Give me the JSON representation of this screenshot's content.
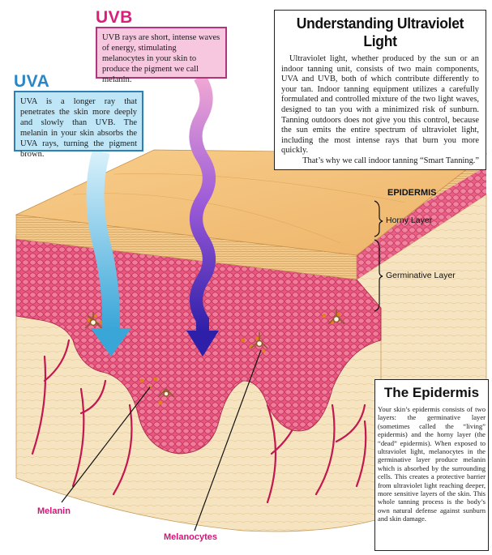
{
  "uvb": {
    "title": "UVB",
    "text": "UVB rays are short, intense waves of energy, stimulating melanocytes in your skin to produce the pigment we call melanin."
  },
  "uva": {
    "title": "UVA",
    "text": "UVA is a longer ray that penetrates the skin more deeply and slowly than UVB. The melanin in your skin absorbs the UVA rays, turning the pigment brown."
  },
  "understanding": {
    "title": "Understanding Ultraviolet Light",
    "body": "Ultraviolet light, whether produced by the sun or an indoor tanning unit, consists of two main components, UVA and UVB, both of which contribute differently to your tan. Indoor tanning equipment utilizes a carefully formulated and controlled mixture of the two light waves, designed to tan you with a minimized risk of sunburn. Tanning outdoors does not give you this control, because the sun emits the entire spectrum of ultraviolet light, including the most intense rays that burn you more quickly.",
    "closing": "That’s why we call indoor tanning “Smart Tanning.”"
  },
  "labels": {
    "epidermis": "EPIDERMIS",
    "horny_layer": "Horny Layer",
    "germinative_layer": "Germinative Layer",
    "melanin": "Melanin",
    "melanocytes": "Melanocytes"
  },
  "epidermis_box": {
    "title": "The Epidermis",
    "body": "Your skin’s epidermis consists of two layers: the germinative layer (sometimes called the “living” epidermis) and the horny layer (the “dead” epidermis). When exposed to ultraviolet light, melanocytes in the germinative layer produce melanin which is absorbed by the surrounding cells. This creates a protective barrier from ultraviolet light reaching deeper, more sensitive layers of the skin. This whole tanning process is the body’s own natural defense against sunburn and skin damage."
  },
  "colors": {
    "uvb_accent": "#d8207a",
    "uva_accent": "#2a86c4",
    "germinative": "#e8527e",
    "horny": "#f3c27a",
    "dermis": "#f6e6c4"
  }
}
